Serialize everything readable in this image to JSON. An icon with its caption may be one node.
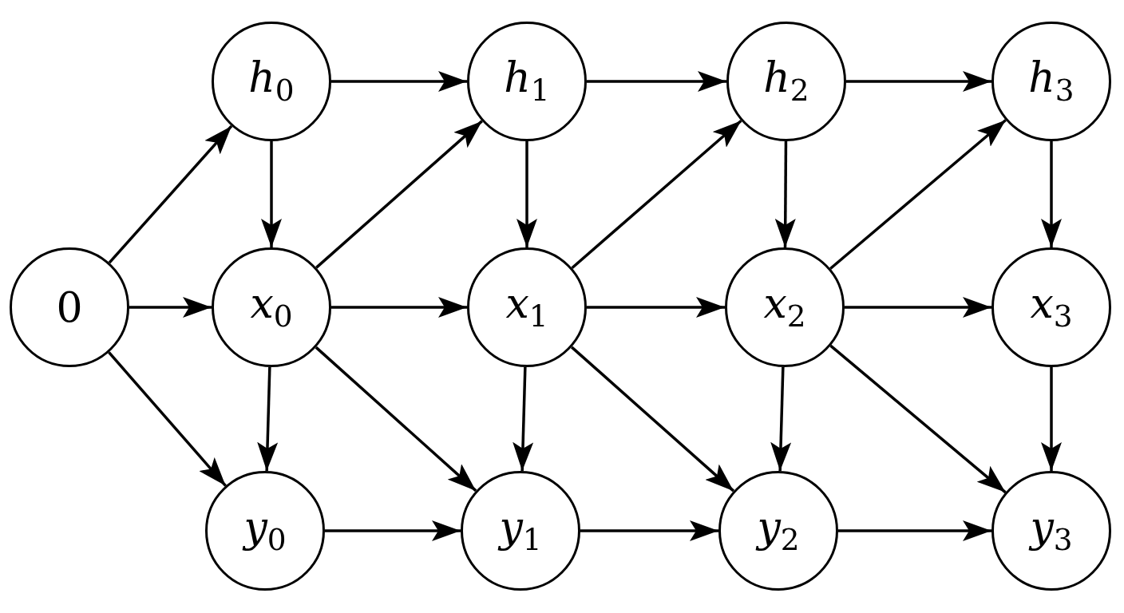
{
  "diagram": {
    "nodes": [
      {
        "text": [
          "0"
        ]
      },
      {
        "text": [
          "*h*$_{0}$"
        ]
      },
      {
        "text": [
          "*h*$_{1}$"
        ]
      },
      {
        "text": [
          "*h*$_{2}$"
        ]
      },
      {
        "text": [
          "*h*$_{3}$"
        ]
      },
      {
        "text": [
          "*x*$_{0}$"
        ]
      },
      {
        "text": [
          "*x*$_{1}$"
        ]
      },
      {
        "text": [
          "*x*$_{2}$"
        ]
      },
      {
        "text": [
          "*x*$_{3}$"
        ]
      },
      {
        "text": [
          "*y*$_{0}$"
        ]
      },
      {
        "text": [
          "*y*$_{1}$"
        ]
      },
      {
        "text": [
          "*y*$_{2}$"
        ]
      },
      {
        "text": [
          "*y*$_{3}$"
        ]
      }
    ],
    "edges": [
      {
        "from": 0,
        "to": 1,
        "arrow": "to"
      },
      {
        "from": 0,
        "to": 5,
        "arrow": "to"
      },
      {
        "from": 0,
        "to": 9,
        "arrow": "to"
      },
      {
        "from": 1,
        "to": 2,
        "arrow": "to"
      },
      {
        "from": 2,
        "to": 3,
        "arrow": "to"
      },
      {
        "from": 3,
        "to": 4,
        "arrow": "to"
      },
      {
        "from": 1,
        "to": 5,
        "arrow": "to"
      },
      {
        "from": 2,
        "to": 6,
        "arrow": "to"
      },
      {
        "from": 3,
        "to": 7,
        "arrow": "to"
      },
      {
        "from": 4,
        "to": 8,
        "arrow": "to"
      },
      {
        "from": 5,
        "to": 2,
        "arrow": "to"
      },
      {
        "from": 6,
        "to": 3,
        "arrow": "to"
      },
      {
        "from": 7,
        "to": 4,
        "arrow": "to"
      },
      {
        "from": 5,
        "to": 6,
        "arrow": "to"
      },
      {
        "from": 6,
        "to": 7,
        "arrow": "to"
      },
      {
        "from": 7,
        "to": 8,
        "arrow": "to"
      },
      {
        "from": 5,
        "to": 9,
        "arrow": "to"
      },
      {
        "from": 6,
        "to": 10,
        "arrow": "to"
      },
      {
        "from": 7,
        "to": 11,
        "arrow": "to"
      },
      {
        "from": 8,
        "to": 12,
        "arrow": "to"
      },
      {
        "from": 5,
        "to": 10,
        "arrow": "to"
      },
      {
        "from": 6,
        "to": 11,
        "arrow": "to"
      },
      {
        "from": 7,
        "to": 12,
        "arrow": "to"
      },
      {
        "from": 9,
        "to": 10,
        "arrow": "to"
      },
      {
        "from": 10,
        "to": 11,
        "arrow": "to"
      },
      {
        "from": 11,
        "to": 12,
        "arrow": "to"
      }
    ]
  }
}
